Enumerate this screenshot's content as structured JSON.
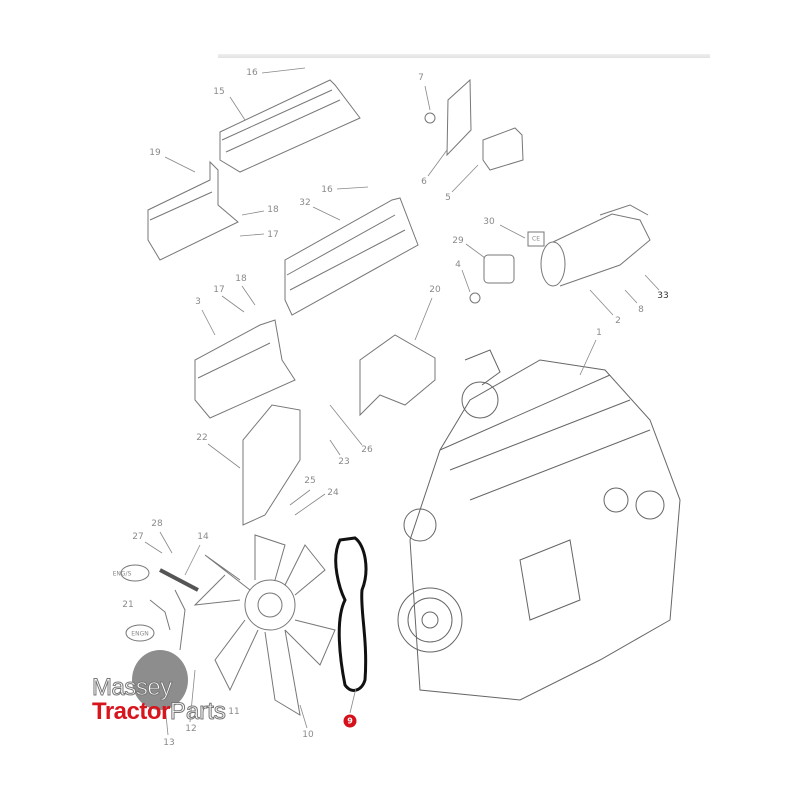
{
  "callouts": {
    "c1": "1",
    "c2": "2",
    "c3": "3",
    "c4": "4",
    "c5": "5",
    "c6": "6",
    "c7": "7",
    "c8": "8",
    "c9": "9",
    "c10": "10",
    "c11": "11",
    "c12": "12",
    "c13": "13",
    "c14": "14",
    "c15": "15",
    "c16a": "16",
    "c16b": "16",
    "c17a": "17",
    "c17b": "17",
    "c18a": "18",
    "c18b": "18",
    "c19": "19",
    "c20": "20",
    "c21": "21",
    "c22": "22",
    "c23": "23",
    "c24": "24",
    "c25": "25",
    "c26": "26",
    "c27": "27",
    "c28": "28",
    "c29": "29",
    "c30": "30",
    "c32": "32",
    "c33": "33"
  },
  "highlight": {
    "part": "9",
    "color": "#d6101a"
  },
  "logo": {
    "line1": "Massey",
    "brand": "Tractor",
    "suffix": "Parts"
  },
  "badges": {
    "eng_s": "ENG/S",
    "eng_n": "ENGN",
    "ce": "CE"
  }
}
